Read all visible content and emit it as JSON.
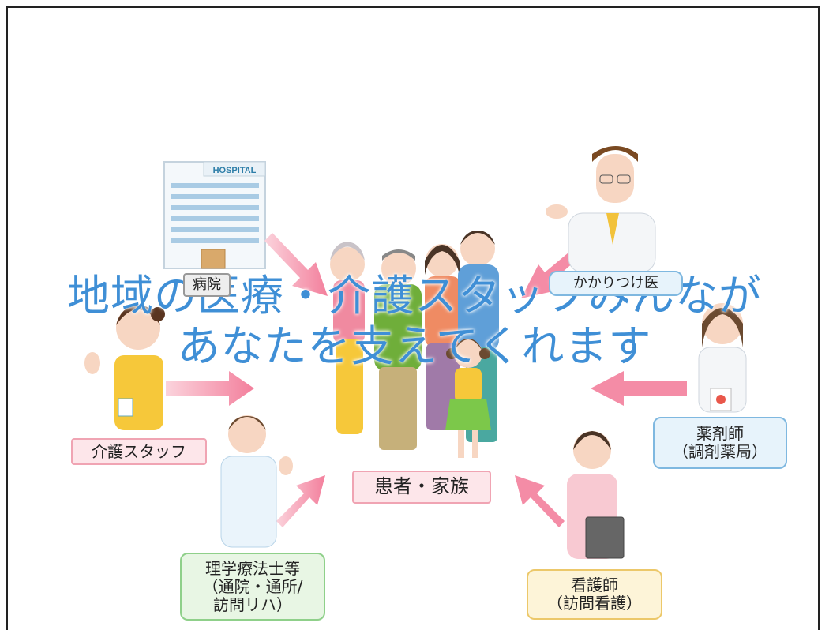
{
  "headline": {
    "line1": "地域の医療・介護スタッフみんなが",
    "line2": "あなたを支えてくれます"
  },
  "center": {
    "label": "患者・家族"
  },
  "hospital": {
    "sign": "HOSPITAL",
    "label": "病院"
  },
  "doctor": {
    "label": "かかりつけ医"
  },
  "care_staff": {
    "label": "介護スタッフ"
  },
  "pharmacist": {
    "label": "薬剤師\n（調剤薬局）"
  },
  "therapist": {
    "label": "理学療法士等\n（通院・通所/\n訪問リハ）"
  },
  "nurse": {
    "label": "看護師\n（訪問看護）"
  },
  "colors": {
    "headline": "#3f8fd6",
    "arrow": "#f48ca6",
    "border": "#222222"
  }
}
